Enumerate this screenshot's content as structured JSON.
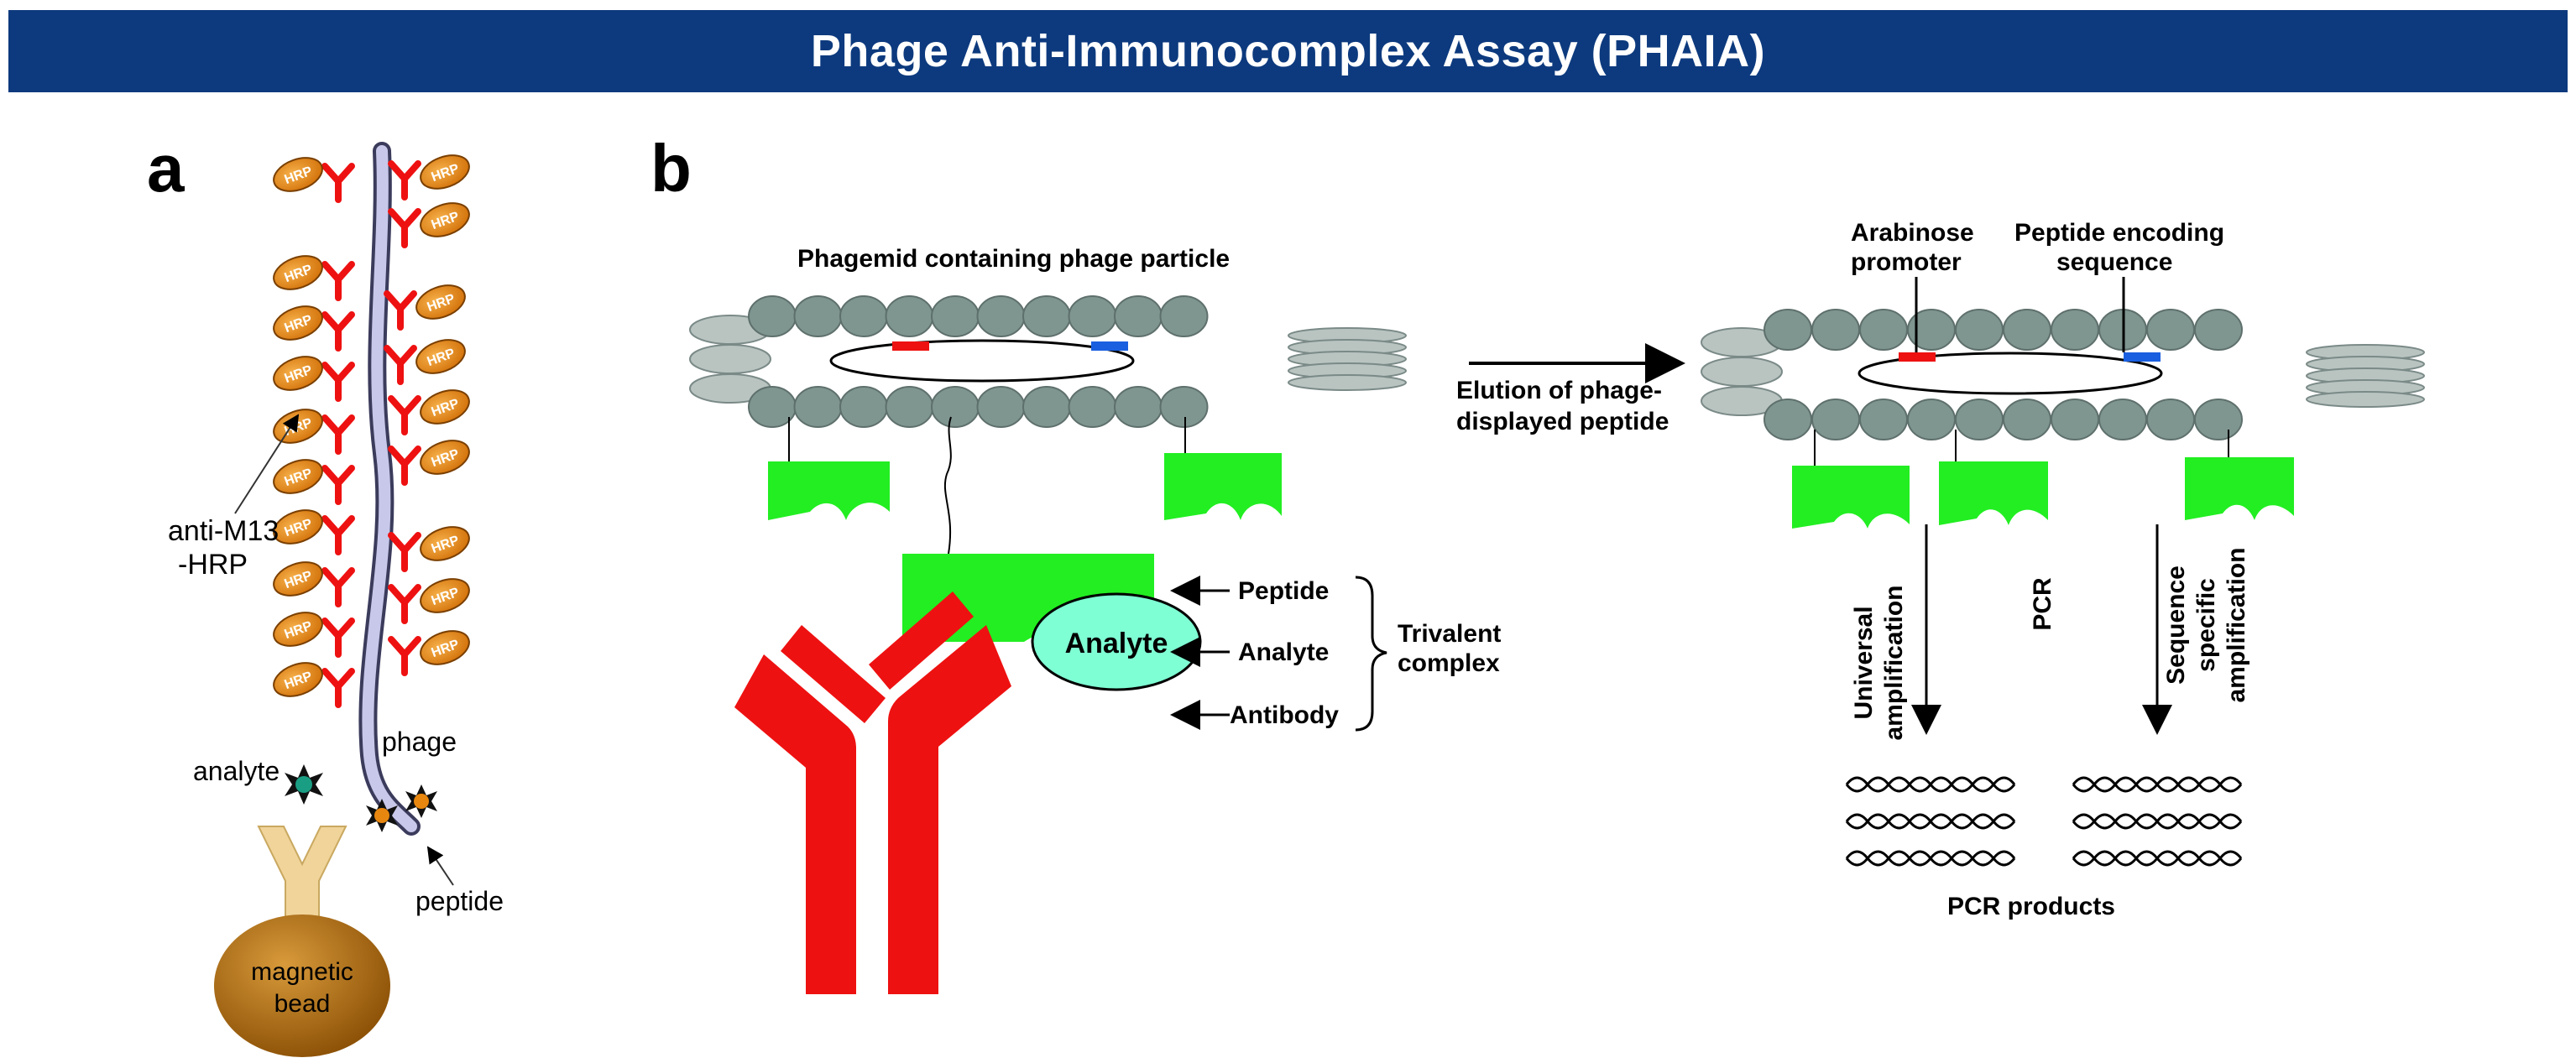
{
  "title": "Phage Anti-Immunocomplex Assay (PHAIA)",
  "panel_a": {
    "label": "a",
    "hrp_text": "HRP",
    "antibody_label_line1": "anti-M13",
    "antibody_label_line2": "-HRP",
    "phage_label": "phage",
    "analyte_label": "analyte",
    "peptide_label": "peptide",
    "bead_line1": "magnetic",
    "bead_line2": "bead"
  },
  "panel_b": {
    "label": "b",
    "phagemid_label": "Phagemid containing phage particle",
    "analyte_text": "Analyte",
    "arrow_peptide": "Peptide",
    "arrow_analyte": "Analyte",
    "arrow_antibody": "Antibody",
    "trivalent_line1": "Trivalent",
    "trivalent_line2": "complex",
    "elution_line1": "Elution of phage-",
    "elution_line2": "displayed peptide",
    "arabinose_line1": "Arabinose",
    "arabinose_line2": "promoter",
    "peptide_enc_line1": "Peptide encoding",
    "peptide_enc_line2": "sequence",
    "universal_line1": "Universal",
    "universal_line2": "amplification",
    "pcr_label": "PCR",
    "seq_line1": "Sequence",
    "seq_line2": "specific",
    "seq_line3": "amplification",
    "pcr_products": "PCR products"
  },
  "colors": {
    "title_bg": "#0d3a7e",
    "coat_protein": "#7f9590",
    "end_protein": "#b9c4c1",
    "antibody_red": "#ee1111",
    "peptide_green": "#22ee22",
    "analyte_cyan": "#7fffd4",
    "hrp_orange": "#e8870f",
    "bead_brown": "#b8700e",
    "promoter_red": "#ee1111",
    "sequence_blue": "#1a5fe0"
  }
}
